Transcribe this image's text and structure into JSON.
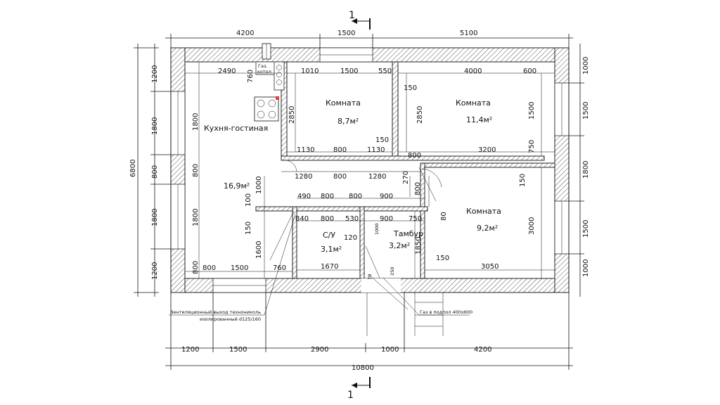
{
  "rooms": {
    "kitchen_name": "Кухня-гостиная",
    "kitchen_area": "16,9м²",
    "room1_name": "Комната",
    "room1_area": "8,7м²",
    "room2_name": "Комната",
    "room2_area": "11,4м²",
    "room3_name": "Комната",
    "room3_area": "9,2м²",
    "wc_name": "С/У",
    "wc_area": "3,1м²",
    "vestibule_name": "Тамбур",
    "vestibule_area": "3,2м²"
  },
  "notes": {
    "boiler_1": "Газ.",
    "boiler_2": "котел",
    "vent_1": "Вентиляционный выход технониколь",
    "vent_2": "изолированный d125/160",
    "gas": "Газ в подпол 400х600",
    "section": "1"
  },
  "dims": {
    "top_1": "4200",
    "top_2": "1500",
    "top_3": "5100",
    "bot_1": "1200",
    "bot_2": "1500",
    "bot_3": "2900",
    "bot_4": "1000",
    "bot_5": "4200",
    "total_w": "10800",
    "total_h": "6800",
    "left_1": "1200",
    "left_2": "1800",
    "left_3": "800",
    "left_4": "1800",
    "left_5": "1200",
    "right_1": "1000",
    "right_2": "1500",
    "right_3": "1800",
    "right_4": "1500",
    "right_5": "1000",
    "k_top": "2490",
    "k_760": "760",
    "k_1800a": "1800",
    "k_800": "800",
    "k_1800b": "1800",
    "k_800b": "800",
    "k_1500": "1500",
    "k_760b": "760",
    "k_1000": "1000",
    "k_100": "100",
    "k_150": "150",
    "k_1600": "1600",
    "r1_1010": "1010",
    "r1_1500": "1500",
    "r1_550": "550",
    "r1_2850": "2850",
    "r1_1130a": "1130",
    "r1_800": "800",
    "r1_1130b": "1130",
    "r1_150": "150",
    "c_1280a": "1280",
    "c_800": "800",
    "c_1280b": "1280",
    "c_270": "270",
    "r2_4000": "4000",
    "r2_600": "600",
    "r2_150": "150",
    "r2_2850": "2850",
    "r2_1500": "1500",
    "r2_800": "800",
    "r2_3200": "3200",
    "r2_750": "750",
    "r3_150a": "150",
    "r3_800": "800",
    "r3_80": "80",
    "r3_3000": "3000",
    "r3_150b": "150",
    "r3_3050": "3050",
    "w_490": "490",
    "w_800a": "800",
    "w_800b": "800",
    "w_900": "900",
    "w_840": "840",
    "w_800c": "800",
    "w_530": "530",
    "w_900b": "900",
    "w_750": "750",
    "w_120": "120",
    "w_1670": "1670",
    "v_1850": "1850",
    "v_1000": "1000",
    "v_70": "70",
    "v_250": "250"
  }
}
